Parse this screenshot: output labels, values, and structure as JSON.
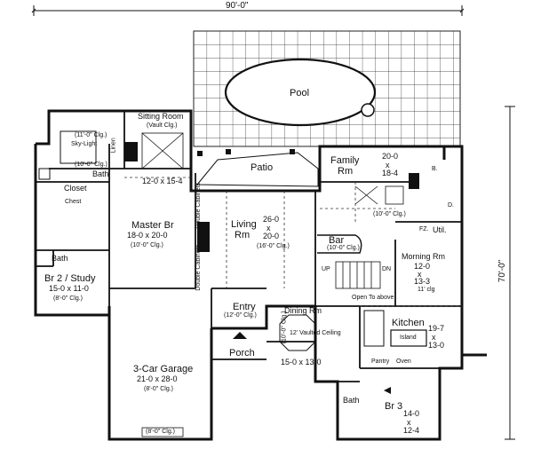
{
  "dimensions": {
    "width": "90'-0\"",
    "depth": "70'-0\""
  },
  "rooms": {
    "pool": {
      "name": "Pool"
    },
    "patio": {
      "name": "Patio"
    },
    "sitting": {
      "name": "Sitting Room",
      "note": "(Vault Clg.)",
      "size": "12-0 x 15-4"
    },
    "closet": {
      "name": "Closet"
    },
    "chest": {
      "name": "Chest"
    },
    "master_bath": {
      "name": "Bath",
      "clg1": "(11'-0\" Clg.)",
      "clg2": "(10'-0\" Clg.)",
      "note": "Sky-Light"
    },
    "master": {
      "name": "Master Br",
      "size": "18-0 x 20-0",
      "clg": "(10'-0\" Clg.)"
    },
    "living": {
      "name1": "Living",
      "name2": "Rm",
      "w": "26-0",
      "x": "x",
      "h": "20-0",
      "clg": "(16'-0\" Clg.)"
    },
    "family": {
      "name1": "Family",
      "name2": "Rm",
      "w": "20-0",
      "x": "x",
      "h": "18-4",
      "clg": "(10'-0\" Clg.)"
    },
    "bar": {
      "name": "Bar",
      "clg": "(10'-0\" Clg.)"
    },
    "morning": {
      "name": "Morning Rm",
      "w": "12-0",
      "x": "x",
      "h": "13-3",
      "clg": "11' clg"
    },
    "util": {
      "name": "Util."
    },
    "br2": {
      "name": "Br 2 / Study",
      "size": "15-0 x 11-0",
      "clg": "(8'-0\" Clg.)"
    },
    "bath2": {
      "name": "Bath"
    },
    "entry": {
      "name": "Entry",
      "clg": "(12'-0\" Clg.)"
    },
    "dining": {
      "name": "Dining Rm",
      "clg": "(10'-0\" Clg.)",
      "size": "15-0 x 13-0",
      "ceiling": "12' Vaulted Ceiling"
    },
    "kitchen": {
      "name": "Kitchen",
      "island": "Island",
      "w": "19-7",
      "x": "x",
      "h": "13-0"
    },
    "garage": {
      "name": "3-Car Garage",
      "size": "21-0 x 28-0",
      "clg": "(8'-0\" Clg.)",
      "note": "(8'-0\" Clg.)"
    },
    "porch": {
      "name": "Porch"
    },
    "br3": {
      "name": "Br 3",
      "w": "14-0",
      "x": "x",
      "h": "12-4"
    },
    "bath3": {
      "name": "Bath"
    }
  },
  "annotations": {
    "open_to_above": "Open To above",
    "pantry": "Pantry",
    "oven": "Oven",
    "linen": "Linen",
    "double_cabinets": "Double Cabinets",
    "up": "UP",
    "dn": "DN",
    "bath_b": "B.",
    "fz": "FZ.",
    "d": "D."
  },
  "colors": {
    "line": "#111111",
    "background": "#ffffff"
  }
}
